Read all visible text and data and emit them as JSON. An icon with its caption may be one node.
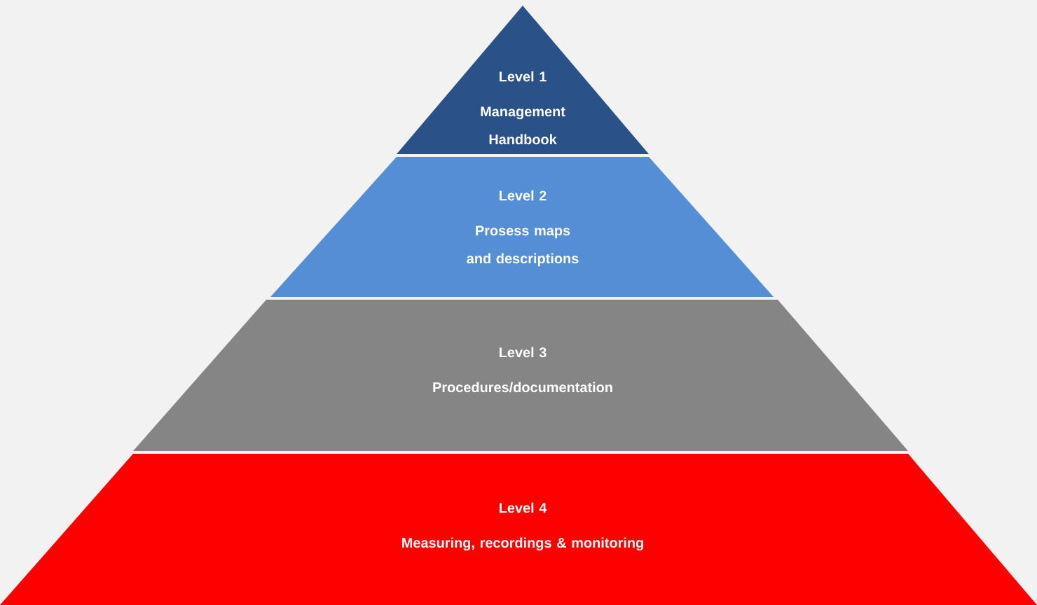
{
  "diagram": {
    "nodes": [
      {
        "text": [
          "Level 1",
          "Management Handbook"
        ]
      },
      {
        "text": [
          "Level 2",
          "Prosess maps and descriptions"
        ]
      },
      {
        "text": [
          "Level 3",
          "Procedures/documentation"
        ]
      },
      {
        "text": [
          "Level 4",
          "Measuring,  recordings & monitoring"
        ]
      }
    ]
  }
}
